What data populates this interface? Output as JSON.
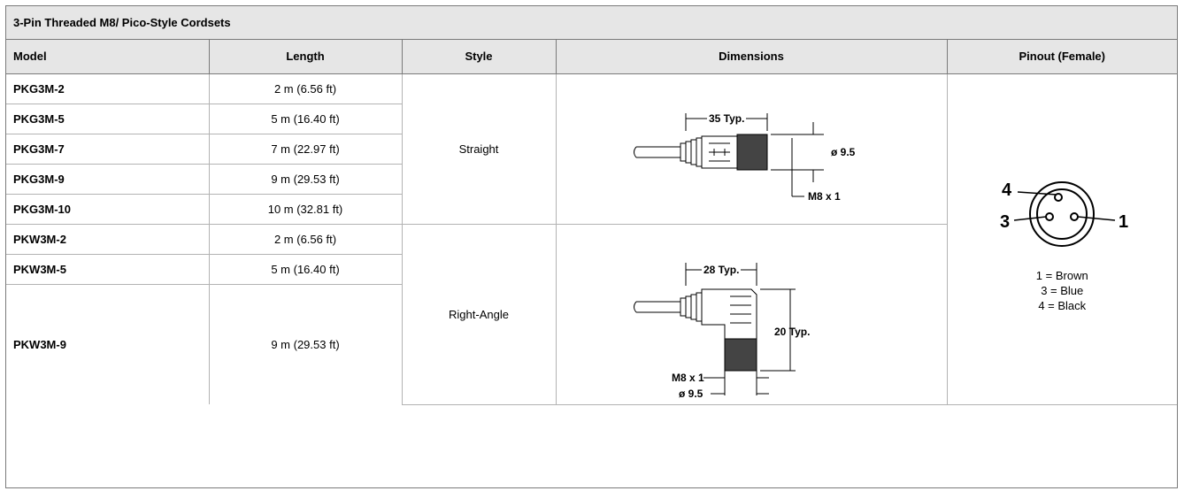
{
  "table": {
    "title": "3-Pin Threaded M8/ Pico-Style Cordsets",
    "headers": {
      "model": "Model",
      "length": "Length",
      "style": "Style",
      "dimensions": "Dimensions",
      "pinout": "Pinout (Female)"
    },
    "rows": [
      {
        "model": "PKG3M-2",
        "length": "2 m (6.56 ft)"
      },
      {
        "model": "PKG3M-5",
        "length": "5 m (16.40 ft)"
      },
      {
        "model": "PKG3M-7",
        "length": "7 m (22.97 ft)"
      },
      {
        "model": "PKG3M-9",
        "length": "9 m (29.53 ft)"
      },
      {
        "model": "PKG3M-10",
        "length": "10 m (32.81 ft)"
      },
      {
        "model": "PKW3M-2",
        "length": "2 m (6.56 ft)"
      },
      {
        "model": "PKW3M-5",
        "length": "5 m (16.40 ft)"
      },
      {
        "model": "PKW3M-9",
        "length": "9 m (29.53 ft)"
      }
    ],
    "styles": {
      "straight": "Straight",
      "right_angle": "Right-Angle"
    }
  },
  "straight_drawing": {
    "length_label": "35 Typ.",
    "diameter_label": "ø 9.5",
    "thread_label": "M8 x 1"
  },
  "right_angle_drawing": {
    "length_label": "28 Typ.",
    "height_label": "20 Typ.",
    "thread_label": "M8 x 1",
    "diameter_label": "ø 9.5"
  },
  "pinout": {
    "pin_labels": {
      "p4": "4",
      "p3": "3",
      "p1": "1"
    },
    "legend": [
      "1 = Brown",
      "3 = Blue",
      "4 = Black"
    ]
  }
}
